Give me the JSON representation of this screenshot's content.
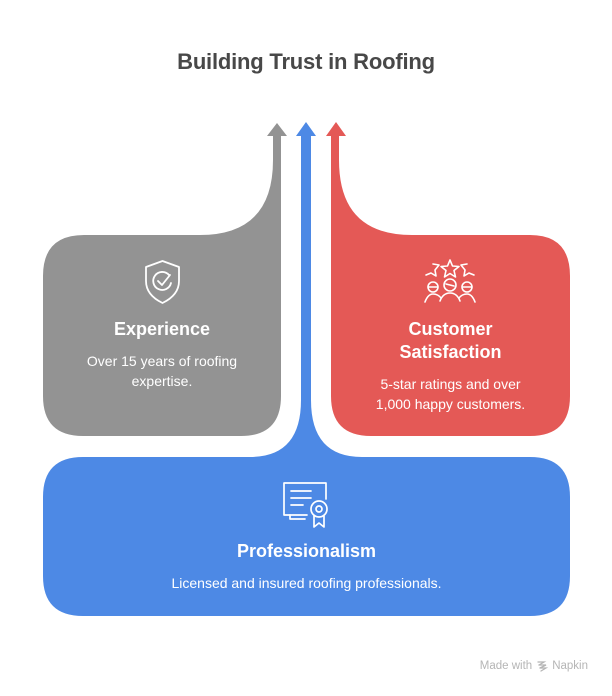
{
  "title": "Building Trust in Roofing",
  "colors": {
    "experience": "#939393",
    "professionalism": "#4d89e5",
    "customer_satisfaction": "#e45956",
    "title_text": "#484848",
    "card_text": "#ffffff",
    "footer_text": "#b5b5b5"
  },
  "cards": {
    "experience": {
      "icon": "shield-check-icon",
      "title": "Experience",
      "description_line1": "Over 15 years of roofing",
      "description_line2": "expertise."
    },
    "customer_satisfaction": {
      "icon": "stars-customers-icon",
      "title_line1": "Customer",
      "title_line2": "Satisfaction",
      "description_line1": "5-star ratings and over",
      "description_line2": "1,000 happy customers."
    },
    "professionalism": {
      "icon": "certificate-icon",
      "title": "Professionalism",
      "description": "Licensed and insured roofing professionals."
    }
  },
  "arrows": [
    {
      "name": "experience-arrow",
      "color": "#939393",
      "direction": "up"
    },
    {
      "name": "professionalism-arrow",
      "color": "#4d89e5",
      "direction": "up"
    },
    {
      "name": "customer-satisfaction-arrow",
      "color": "#e45956",
      "direction": "up"
    }
  ],
  "footer": {
    "made_with": "Made with",
    "brand_icon": "napkin-logo-icon",
    "brand": "Napkin"
  }
}
